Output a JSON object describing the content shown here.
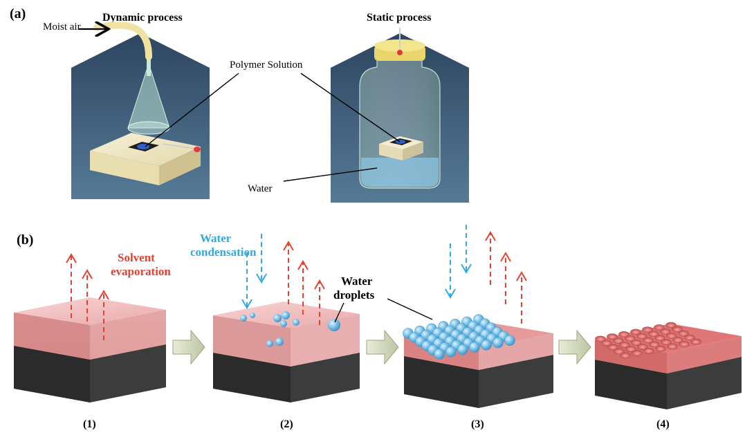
{
  "panel_a": {
    "tag": "(a)",
    "dynamic_title": "Dynamic process",
    "static_title": "Static process",
    "moist_air": "Moist air",
    "polymer_solution": "Polymer Solution",
    "water": "Water"
  },
  "panel_b": {
    "tag": "(b)",
    "solvent_line1": "Solvent",
    "solvent_line2": "evaporation",
    "condensation_line1": "Water",
    "condensation_line2": "condensation",
    "droplets_line1": "Water",
    "droplets_line2": "droplets",
    "steps": [
      "(1)",
      "(2)",
      "(3)",
      "(4)"
    ]
  },
  "colors": {
    "solvent_red": "#e8402f",
    "water_blue": "#33a9e0",
    "film_pink": "#e89a9a",
    "substrate": "#2e2e2e",
    "background_box": "#3f5a73"
  }
}
